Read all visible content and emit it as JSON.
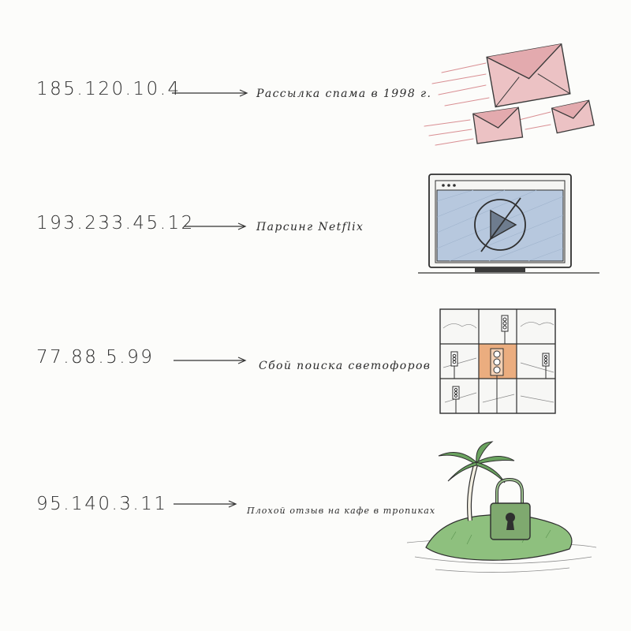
{
  "entries": [
    {
      "ip": "185.120.10.4",
      "label": "Рассылка спама в 1998 г.",
      "illustration": "envelope-icon"
    },
    {
      "ip": "193.233.45.12",
      "label": "Парсинг Netflix",
      "illustration": "tv-icon"
    },
    {
      "ip": "77.88.5.99",
      "label": "Сбой поиска светофоров",
      "illustration": "traffic-light-captcha-icon"
    },
    {
      "ip": "95.140.3.11",
      "label": "Плохой отзыв на кафе в тропиках",
      "illustration": "island-lock-icon"
    }
  ],
  "colors": {
    "ink": "#2f2f2f",
    "envelope": "#d98f93",
    "screen": "#b7c8de",
    "highlight": "#e9a06a",
    "palm": "#6aa35f",
    "lock": "#7fa96f"
  }
}
